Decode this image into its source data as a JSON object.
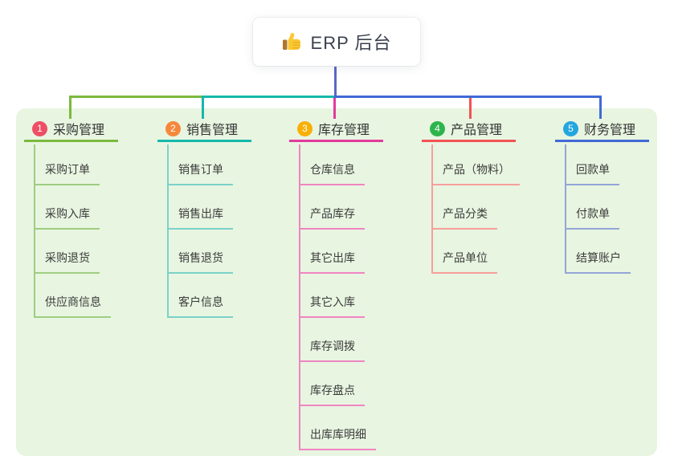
{
  "root": {
    "title": "ERP 后台",
    "icon": "thumbs-up-icon"
  },
  "branches": [
    {
      "index": "1",
      "label": "采购管理",
      "line_color": "#7cb93e",
      "child_line_color": "#9fcd7f",
      "badge_color": "#ee4f65",
      "children": [
        "采购订单",
        "采购入库",
        "采购退货",
        "供应商信息"
      ]
    },
    {
      "index": "2",
      "label": "销售管理",
      "line_color": "#16b8ab",
      "child_line_color": "#7ad2c8",
      "badge_color": "#f6883b",
      "children": [
        "销售订单",
        "销售出库",
        "销售退货",
        "客户信息"
      ]
    },
    {
      "index": "3",
      "label": "库存管理",
      "line_color": "#e23a9c",
      "child_line_color": "#ef85c2",
      "badge_color": "#f8b005",
      "children": [
        "仓库信息",
        "产品库存",
        "其它出库",
        "其它入库",
        "库存调拨",
        "库存盘点",
        "出库库明细"
      ]
    },
    {
      "index": "4",
      "label": "产品管理",
      "line_color": "#f25353",
      "child_line_color": "#f79f9b",
      "badge_color": "#2eb44c",
      "children": [
        "产品（物料）",
        "产品分类",
        "产品单位"
      ]
    },
    {
      "index": "5",
      "label": "财务管理",
      "line_color": "#4169d6",
      "child_line_color": "#94a5d8",
      "badge_color": "#24a6df",
      "children": [
        "回款单",
        "付款单",
        "结算账户"
      ]
    }
  ],
  "colors": {
    "panel_bg": "#e8f5e1",
    "root_connector": "#5b68c7",
    "title_text": "#333333",
    "root_text": "#3b4150"
  }
}
